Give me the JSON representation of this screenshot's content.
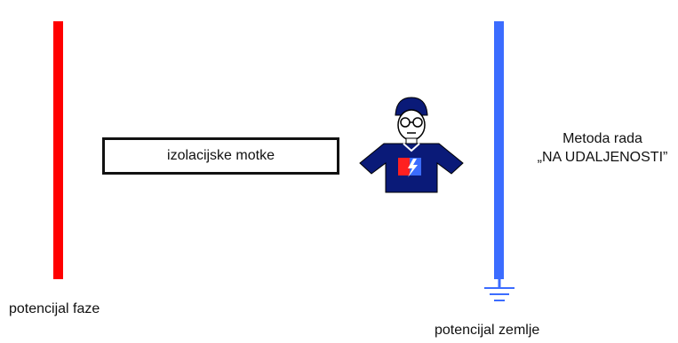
{
  "diagram": {
    "phase_label": "potencijal faze",
    "earth_label": "potencijal zemlje",
    "tool_label": "izolacijske motke",
    "method_title": "Metoda rada",
    "method_name": "„NA UDALJENOSTI”",
    "colors": {
      "phase": "#ff0000",
      "earth": "#3b6cff",
      "shirt": "#0a1a78",
      "helmet": "#0a1a78"
    },
    "icons": {
      "worker": "worker-icon",
      "ground": "ground-icon"
    }
  }
}
